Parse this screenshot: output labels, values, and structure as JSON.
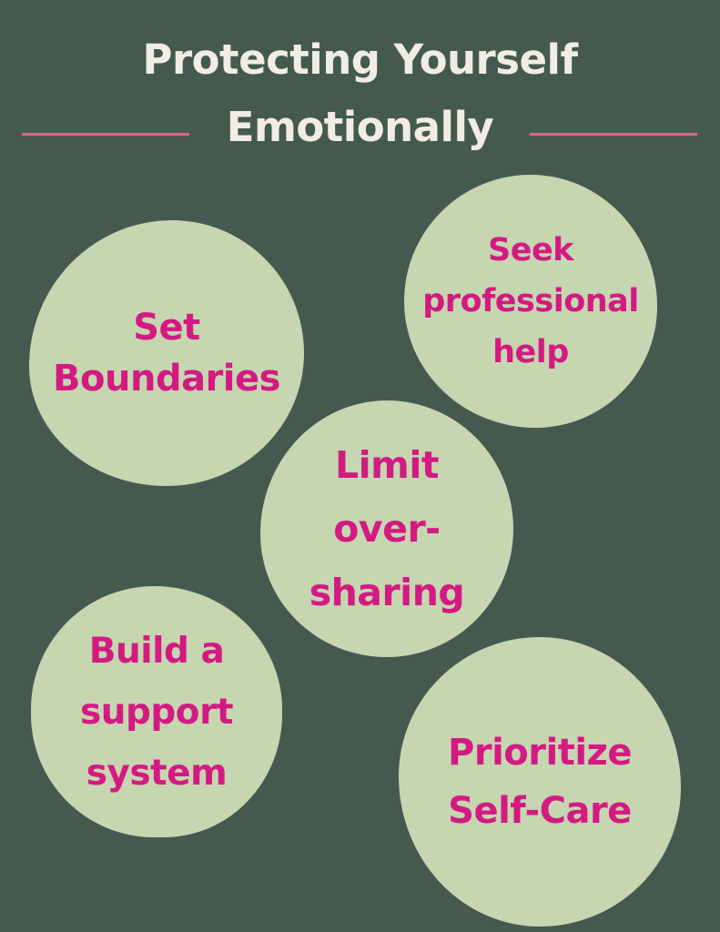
{
  "title": {
    "line1": "Protecting Yourself",
    "line2": "Emotionally"
  },
  "tips": [
    {
      "label": "Set\nBoundaries"
    },
    {
      "label": "Seek\nprofessional\nhelp"
    },
    {
      "label": "Limit\nover-\nsharing"
    },
    {
      "label": "Build a\nsupport\nsystem"
    },
    {
      "label": "Prioritize\nSelf-Care"
    }
  ],
  "colors": {
    "background": "#455a4f",
    "title_text": "#f1ede4",
    "accent_rule": "#d9648f",
    "circle_fill": "#c5d6b1",
    "tip_text": "#d41a82"
  }
}
